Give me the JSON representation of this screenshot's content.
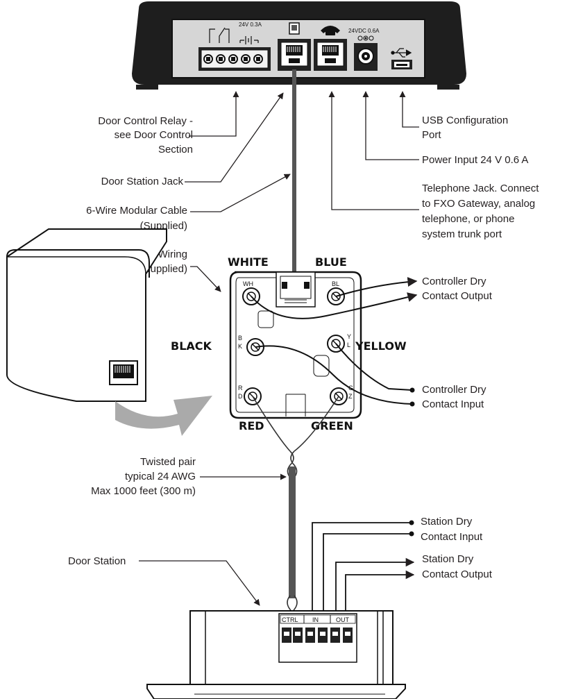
{
  "device": {
    "relay_rating": "24V 0.3A",
    "power_rating": "24VDC 0.6A"
  },
  "labels": {
    "door_control_relay": [
      "Door Control Relay -",
      "see Door Control",
      "Section"
    ],
    "door_station_jack": "Door Station Jack",
    "modular_cable": [
      "6-Wire Modular Cable",
      "(Supplied)"
    ],
    "telephone_wiring_jack": [
      "Telephone Wiring",
      "Jack (supplied)"
    ],
    "usb_port": [
      "USB Configuration",
      "Port"
    ],
    "power_input": "Power Input 24 V 0.6 A",
    "telephone_jack": [
      "Telephone Jack. Connect",
      "to FXO Gateway, analog",
      "telephone, or phone",
      "system trunk port"
    ],
    "controller_dry_output": [
      "Controller Dry",
      "Contact Output"
    ],
    "controller_dry_input": [
      "Controller Dry",
      "Contact Input"
    ],
    "twisted_pair": [
      "Twisted pair",
      "typical 24 AWG",
      "Max 1000 feet (300 m)"
    ],
    "door_station": "Door Station",
    "station_dry_input": [
      "Station Dry",
      "Contact Input"
    ],
    "station_dry_output": [
      "Station Dry",
      "Contact Output"
    ]
  },
  "wire_colors": {
    "white": "WHITE",
    "blue": "BLUE",
    "black": "BLACK",
    "yellow": "YELLOW",
    "red": "RED",
    "green": "GREEN"
  },
  "terminals": {
    "wh": "WH",
    "bl": "BL",
    "bk": [
      "B",
      "K"
    ],
    "yl": [
      "Y",
      "L"
    ],
    "rd": [
      "R",
      "D"
    ],
    "gz": [
      "G",
      "Z"
    ]
  },
  "station_terminals": {
    "ctrl": "CTRL",
    "in": "IN",
    "out": "OUT"
  }
}
